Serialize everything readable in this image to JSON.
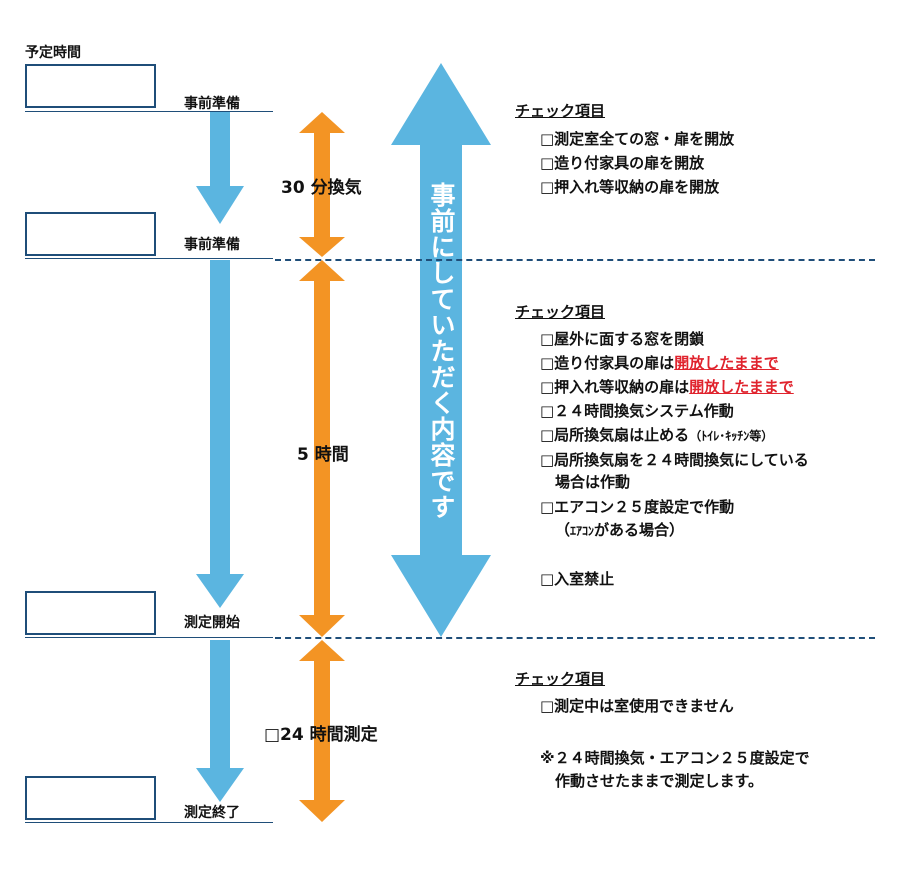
{
  "colors": {
    "arrow_blue": "#5bb5e0",
    "arrow_orange": "#f39424",
    "line_blue": "#1f4e79",
    "accent_red": "#e0232d"
  },
  "title": "予定時間",
  "stages": [
    {
      "label": "事前準備"
    },
    {
      "label": "事前準備"
    },
    {
      "label": "測定開始"
    },
    {
      "label": "測定終了"
    }
  ],
  "durations": {
    "d1": "30 分換気",
    "d2": "5 時間",
    "d3": "□24 時間測定"
  },
  "big_arrow_text": "事前にしていただく内容です",
  "sections": [
    {
      "heading": "チェック項目",
      "items": [
        "□測定室全ての窓・扉を開放",
        "□造り付家具の扉を開放",
        "□押入れ等収納の扉を開放"
      ]
    },
    {
      "heading": "チェック項目",
      "items": [
        {
          "text": "□屋外に面する窓を閉鎖"
        },
        {
          "text": "□造り付家具の扉は",
          "red": "開放したままで"
        },
        {
          "text": "□押入れ等収納の扉は",
          "red": "開放したままで"
        },
        {
          "text": "□２４時間換気システム作動"
        },
        {
          "text": "□局所換気扇は止める",
          "small": "（ﾄｲﾚ･ｷｯﾁﾝ等）"
        },
        {
          "text": "□局所換気扇を２４時間換気にしている"
        },
        {
          "text": "　場合は作動"
        },
        {
          "text": "□エアコン２５度設定で作動"
        },
        {
          "text": "（",
          "small": "ｴｱｺﾝ",
          "after": "がある場合）"
        },
        {
          "text": "□入室禁止"
        }
      ]
    },
    {
      "heading": "チェック項目",
      "items": [
        "□測定中は室使用できません",
        "※２４時間換気・エアコン２５度設定で",
        "　作動させたままで測定します。"
      ]
    }
  ]
}
